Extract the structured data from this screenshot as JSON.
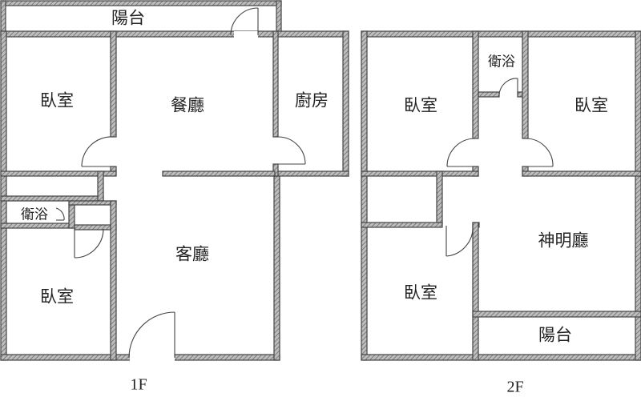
{
  "floor_1": {
    "label": "1F",
    "rooms": {
      "balcony": "陽台",
      "bedroom_top": "臥室",
      "dining": "餐廳",
      "kitchen": "廚房",
      "bathroom": "衛浴",
      "living": "客廳",
      "bedroom_bottom": "臥室"
    }
  },
  "floor_2": {
    "label": "2F",
    "rooms": {
      "bathroom": "衛浴",
      "bedroom_left": "臥室",
      "bedroom_right": "臥室",
      "shrine_hall": "神明廳",
      "bedroom_bottom": "臥室",
      "balcony": "陽台"
    }
  }
}
